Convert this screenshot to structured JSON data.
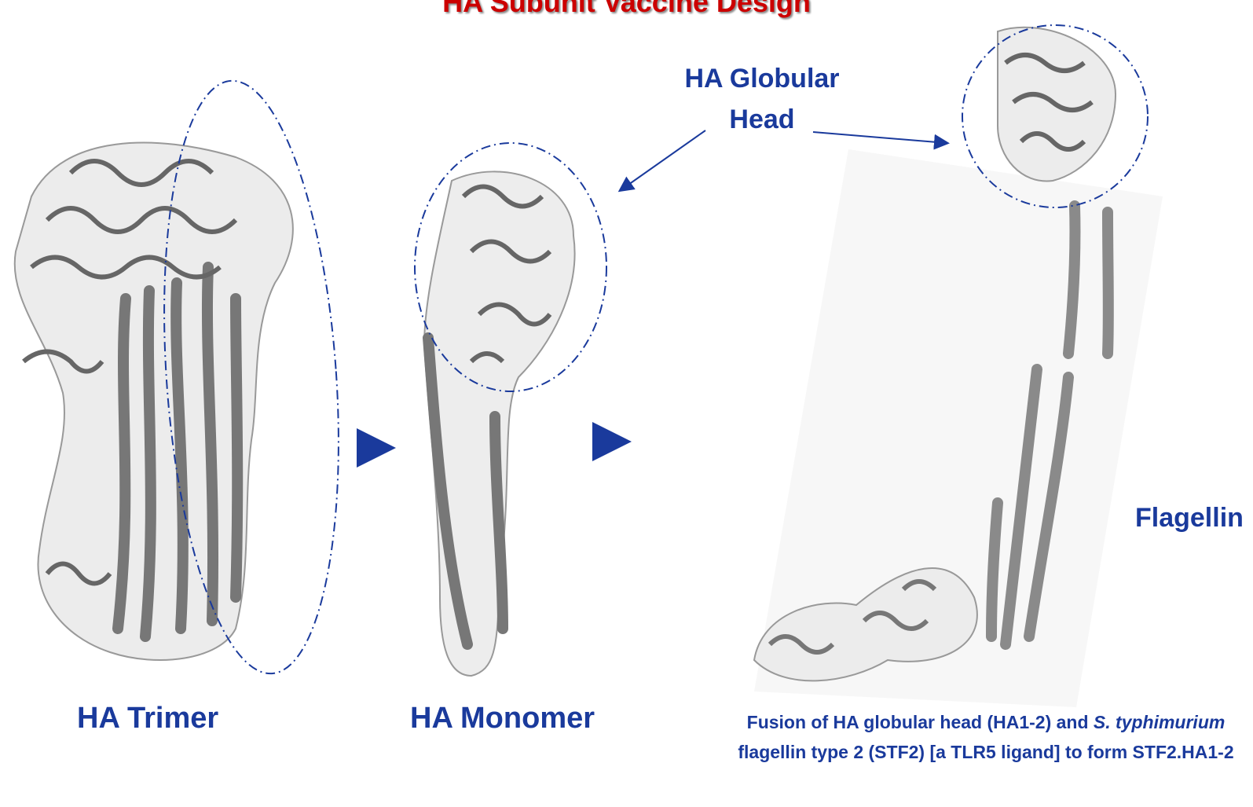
{
  "title": "HA Subunit Vaccine Design",
  "colors": {
    "title": "#cc0000",
    "accent": "#1a3a9c",
    "protein": "#7a7a7a"
  },
  "labels": {
    "trimer": "HA Trimer",
    "monomer": "HA Monomer",
    "globular_head_line1": "HA Globular",
    "globular_head_line2": "Head",
    "flagellin": "Flagellin"
  },
  "caption": {
    "part1": "Fusion of HA globular head (HA1-2) and ",
    "italic1": "S. typhimurium",
    "part2": " flagellin type 2 (STF2) [a TLR5 ligand] to form STF2.HA1-2"
  }
}
